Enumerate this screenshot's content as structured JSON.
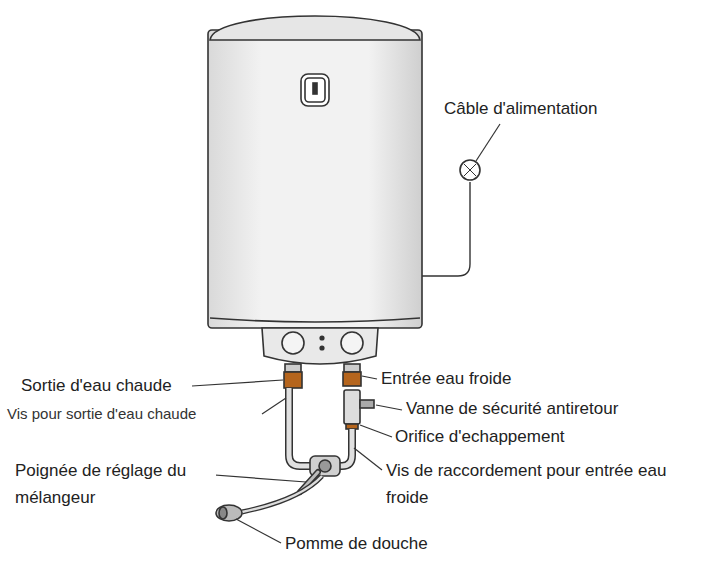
{
  "diagram": {
    "labels": [
      "Câble d'alimentation",
      "Sortie d'eau chaude",
      "Vis pour sortie d'eau chaude",
      "Entrée eau froide",
      "Vanne de sécurité antiretour",
      "Orifice d'echappement",
      "Poignée de réglage du mélangeur",
      "Vis de raccordement pour entrée eau froide",
      "Pomme de douche"
    ]
  }
}
